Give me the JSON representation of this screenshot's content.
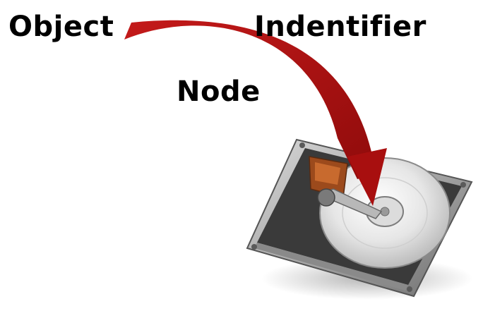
{
  "labels": {
    "object": "Object",
    "identifier": "Indentifier",
    "node": "Node"
  },
  "colors": {
    "arrow": "#b10f0f",
    "arrow_shadow": "#7a0a0a",
    "text": "#000000",
    "background": "#ffffff"
  },
  "illustration": {
    "subject": "hard-disk-drive-icon",
    "arrow": "curved-arrow-icon"
  }
}
